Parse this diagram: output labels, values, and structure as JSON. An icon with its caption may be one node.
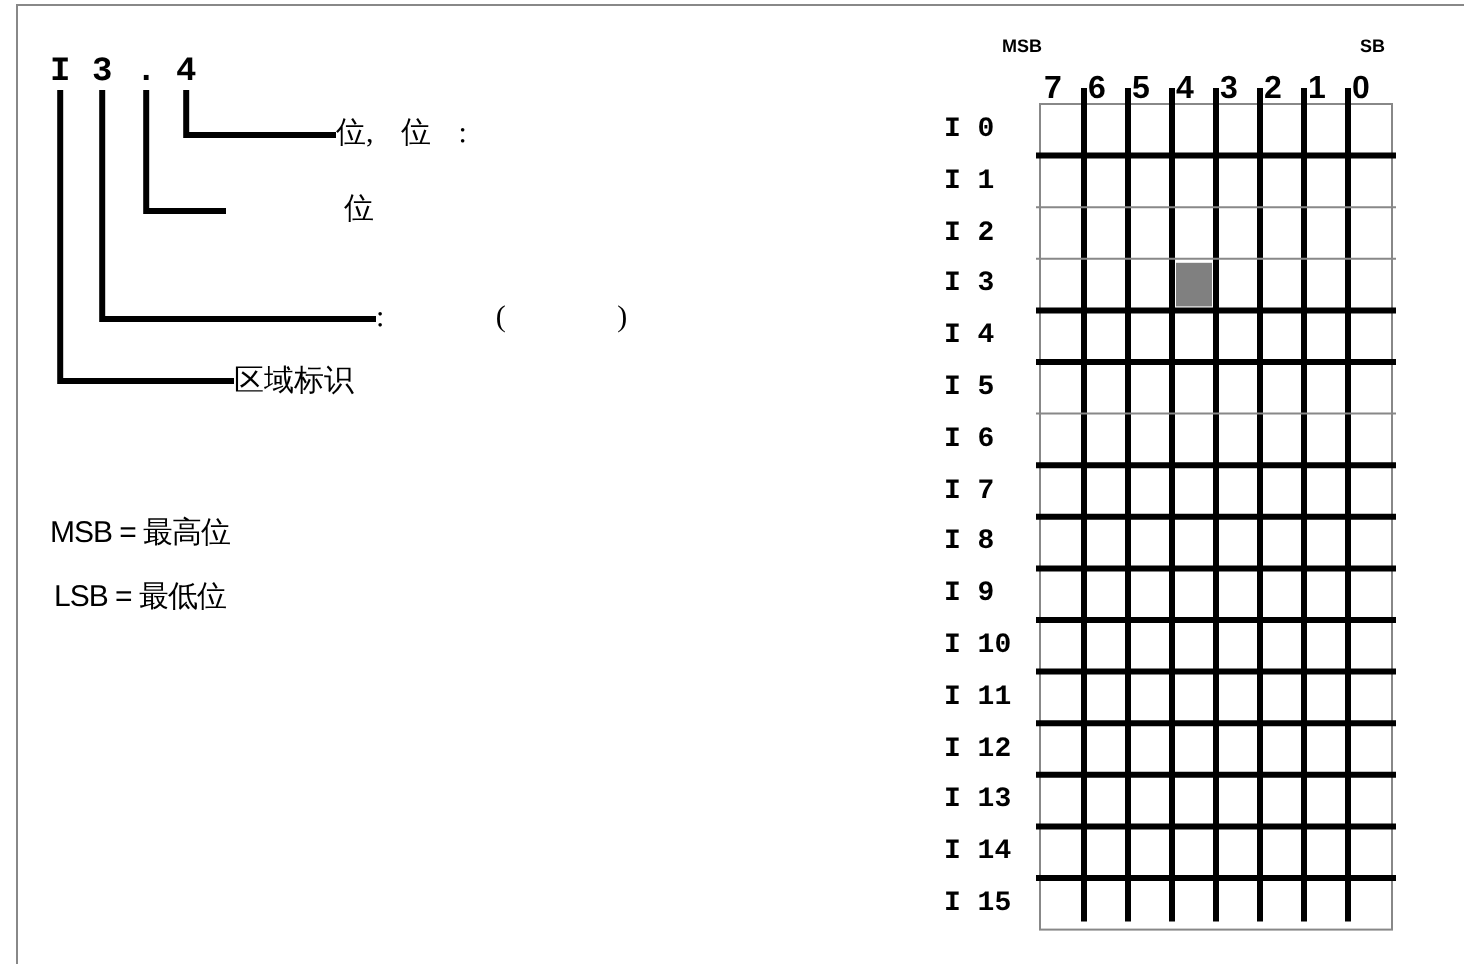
{
  "diagram": {
    "nodes": [
      {
        "text": [
          "I"
        ]
      },
      {
        "text": [
          "3"
        ]
      },
      {
        "text": [
          "."
        ]
      },
      {
        "text": [
          "4"
        ]
      },
      {
        "text": [
          "位, 位 :"
        ]
      },
      {
        "text": [
          "位"
        ]
      },
      {
        "text": [
          ": ( )"
        ]
      },
      {
        "text": [
          "区域标识"
        ]
      }
    ],
    "edges": [
      {
        "from": 3,
        "to": 4,
        "arrow": "none"
      },
      {
        "from": 2,
        "to": 5,
        "arrow": "none"
      },
      {
        "from": 1,
        "to": 6,
        "arrow": "none"
      },
      {
        "from": 0,
        "to": 7,
        "arrow": "none"
      }
    ],
    "labels": [
      "MSB = 最高位",
      "LSB = 最低位",
      "MSB",
      "SB",
      "7",
      "6",
      "5",
      "4",
      "3",
      "2",
      "1",
      "0",
      "I 0",
      "I 1",
      "I 2",
      "I 3",
      "I 4",
      "I 5",
      "I 6",
      "I 7",
      "I 8",
      "I 9",
      "I 10",
      "I 11",
      "I 12",
      "I 13",
      "I 14",
      "I 15"
    ]
  }
}
